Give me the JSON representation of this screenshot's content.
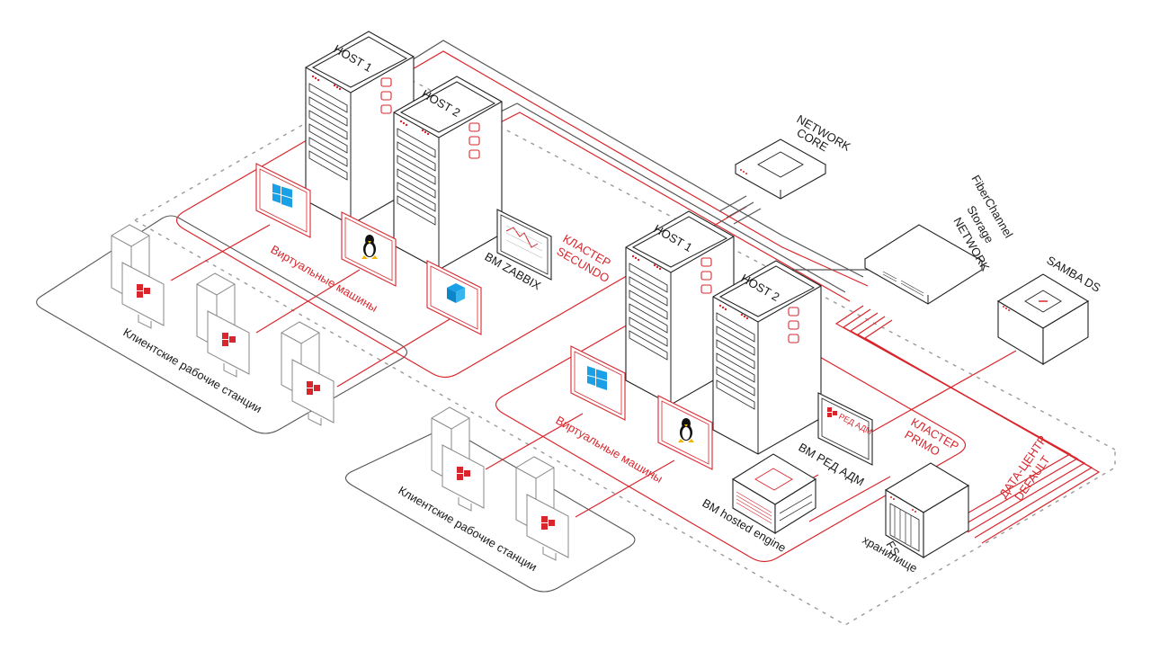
{
  "diagram": {
    "title": "",
    "colors": {
      "accent": "#d9262c",
      "line": "#555555",
      "zone_dashed": "#999999",
      "windows_icon": "#1aa0e6",
      "linux_icon_body": "#111111",
      "linux_icon_feet": "#f2b500"
    },
    "clusters": [
      {
        "id": "secundo",
        "label_line1": "КЛАСТЕР",
        "label_line2": "SECUNDO",
        "hosts": [
          {
            "label": "HOST 1"
          },
          {
            "label": "HOST 2"
          }
        ],
        "vm_group_label": "Виртуальные машины",
        "vms": [
          {
            "icon": "windows-icon"
          },
          {
            "icon": "linux-icon"
          },
          {
            "icon": "cube-icon"
          }
        ],
        "extra_vm": {
          "label": "ВМ ZABBIX",
          "icon": "chart-monitor-icon"
        }
      },
      {
        "id": "primo",
        "label_line1": "КЛАСТЕР",
        "label_line2": "PRIMO",
        "hosts": [
          {
            "label": "HOST 1"
          },
          {
            "label": "HOST 2"
          }
        ],
        "vm_group_label": "Виртуальные машины",
        "vms": [
          {
            "icon": "windows-icon"
          },
          {
            "icon": "linux-icon"
          }
        ],
        "extra_vms": [
          {
            "label": "ВМ РЕД АДМ",
            "screen_text": "РЕД АДМ",
            "icon": "red-os-monitor-icon"
          },
          {
            "label": "ВМ hosted engine",
            "icon": "hosted-engine-box-icon"
          }
        ]
      }
    ],
    "network": {
      "core": {
        "label_line1": "NETWORK",
        "label_line2": "CORE"
      },
      "fc": {
        "label_line1": "FiberChannel",
        "label_line2": "Storage",
        "label_line3": "NETWORK"
      }
    },
    "storage": {
      "samba": {
        "label": "SAMBA DS"
      },
      "fs": {
        "label_line1": "FS",
        "label_line2": "хранилище"
      }
    },
    "datacenter": {
      "label_line1": "ДАТА-ЦЕНТР",
      "label_line2": "DEFAULT"
    },
    "workstation_groups": [
      {
        "label": "Клиентские рабочие станции",
        "count": 3
      },
      {
        "label": "Клиентские рабочие станции",
        "count": 2
      }
    ]
  }
}
